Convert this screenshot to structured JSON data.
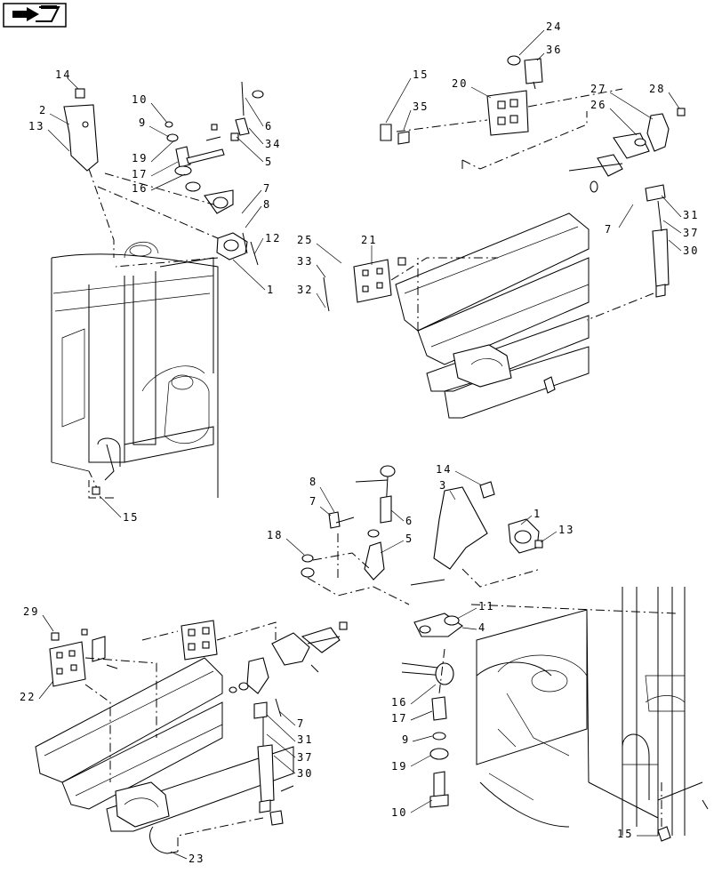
{
  "nav": {
    "icon": "next-page-arrow-icon"
  },
  "callouts": {
    "tl": [
      "14",
      "2",
      "13",
      "10",
      "9",
      "19",
      "17",
      "16",
      "6",
      "34",
      "5",
      "7",
      "8",
      "12",
      "1",
      "15"
    ],
    "tr": [
      "24",
      "36",
      "15",
      "35",
      "20",
      "27",
      "26",
      "28",
      "31",
      "7",
      "37",
      "30",
      "25",
      "21",
      "33",
      "32"
    ],
    "bc": [
      "8",
      "7",
      "6",
      "5",
      "18",
      "14",
      "3",
      "1",
      "13",
      "11",
      "4",
      "16",
      "17",
      "9",
      "19",
      "10"
    ],
    "bl": [
      "29",
      "22",
      "7",
      "31",
      "37",
      "30",
      "23"
    ],
    "br": [
      "15"
    ]
  }
}
